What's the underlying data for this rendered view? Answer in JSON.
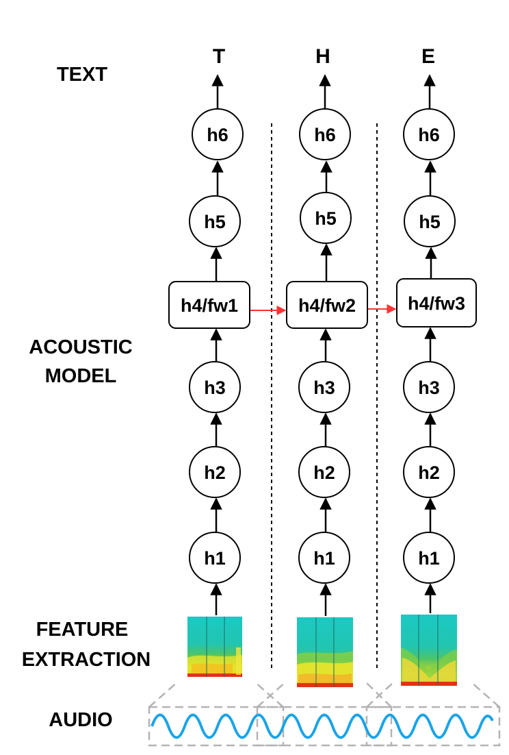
{
  "labels": {
    "text": "TEXT",
    "acoustic_line1": "ACOUSTIC",
    "acoustic_line2": "MODEL",
    "feature_line1": "FEATURE",
    "feature_line2": "EXTRACTION",
    "audio": "AUDIO"
  },
  "columns": [
    {
      "output": "T",
      "h1": "h1",
      "h2": "h2",
      "h3": "h3",
      "h4": "h4/fw1",
      "h5": "h5",
      "h6": "h6"
    },
    {
      "output": "H",
      "h1": "h1",
      "h2": "h2",
      "h3": "h3",
      "h4": "h4/fw2",
      "h5": "h5",
      "h6": "h6"
    },
    {
      "output": "E",
      "h1": "h1",
      "h2": "h2",
      "h3": "h3",
      "h4": "h4/fw3",
      "h5": "h5",
      "h6": "h6"
    }
  ],
  "colors": {
    "stroke": "#000000",
    "recurrent_arrow": "#ff3333",
    "waveform": "#1aa3e8",
    "audio_window": "#b3b3b3",
    "separator": "#000000"
  }
}
